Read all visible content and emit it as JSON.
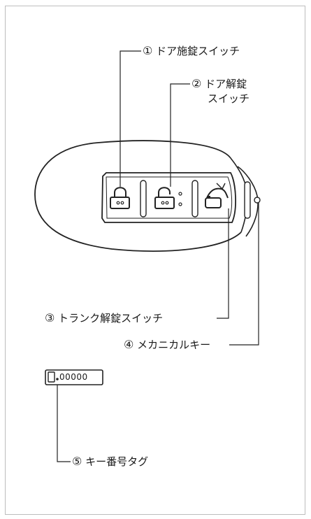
{
  "labels": {
    "lock": {
      "num": "①",
      "text": "ドア施錠スイッチ"
    },
    "unlock": {
      "num": "②",
      "text_line1": "ドア解錠",
      "text_line2": "スイッチ"
    },
    "trunk": {
      "num": "③",
      "text": "トランク解錠スイッチ"
    },
    "mechanical": {
      "num": "④",
      "text": "メカニカルキー"
    },
    "tag": {
      "num": "⑤",
      "text": "キー番号タグ"
    }
  },
  "tag_value": "00000",
  "icons": [
    "lock-icon",
    "unlock-icon",
    "trunk-icon"
  ]
}
